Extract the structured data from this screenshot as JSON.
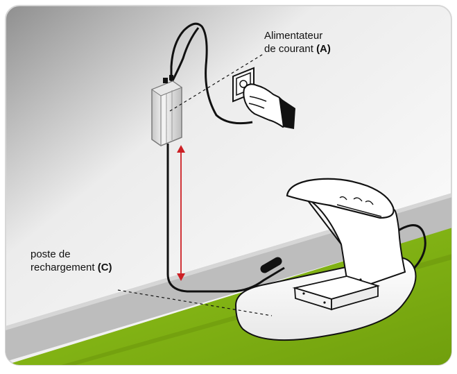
{
  "labels": {
    "power_supply": {
      "line1": "Alimentateur",
      "line2": "de courant",
      "code": "(A)"
    },
    "charging_station": {
      "line1": "poste de",
      "line2": "rechargement",
      "code": "(C)"
    }
  },
  "colors": {
    "background_gradient_start": "#8f8f8f",
    "background_gradient_end": "#ffffff",
    "grass": "#86b814",
    "grass_dark": "#6f9b0d",
    "curb": "#b9b9b9",
    "arrow": "#cc1f24",
    "line": "#111111",
    "frame": "#d7d7d7"
  },
  "icons": {
    "power_supply": "power-adapter-icon",
    "outlet": "wall-outlet-icon",
    "hand": "hand-icon",
    "station": "charging-station-icon"
  }
}
